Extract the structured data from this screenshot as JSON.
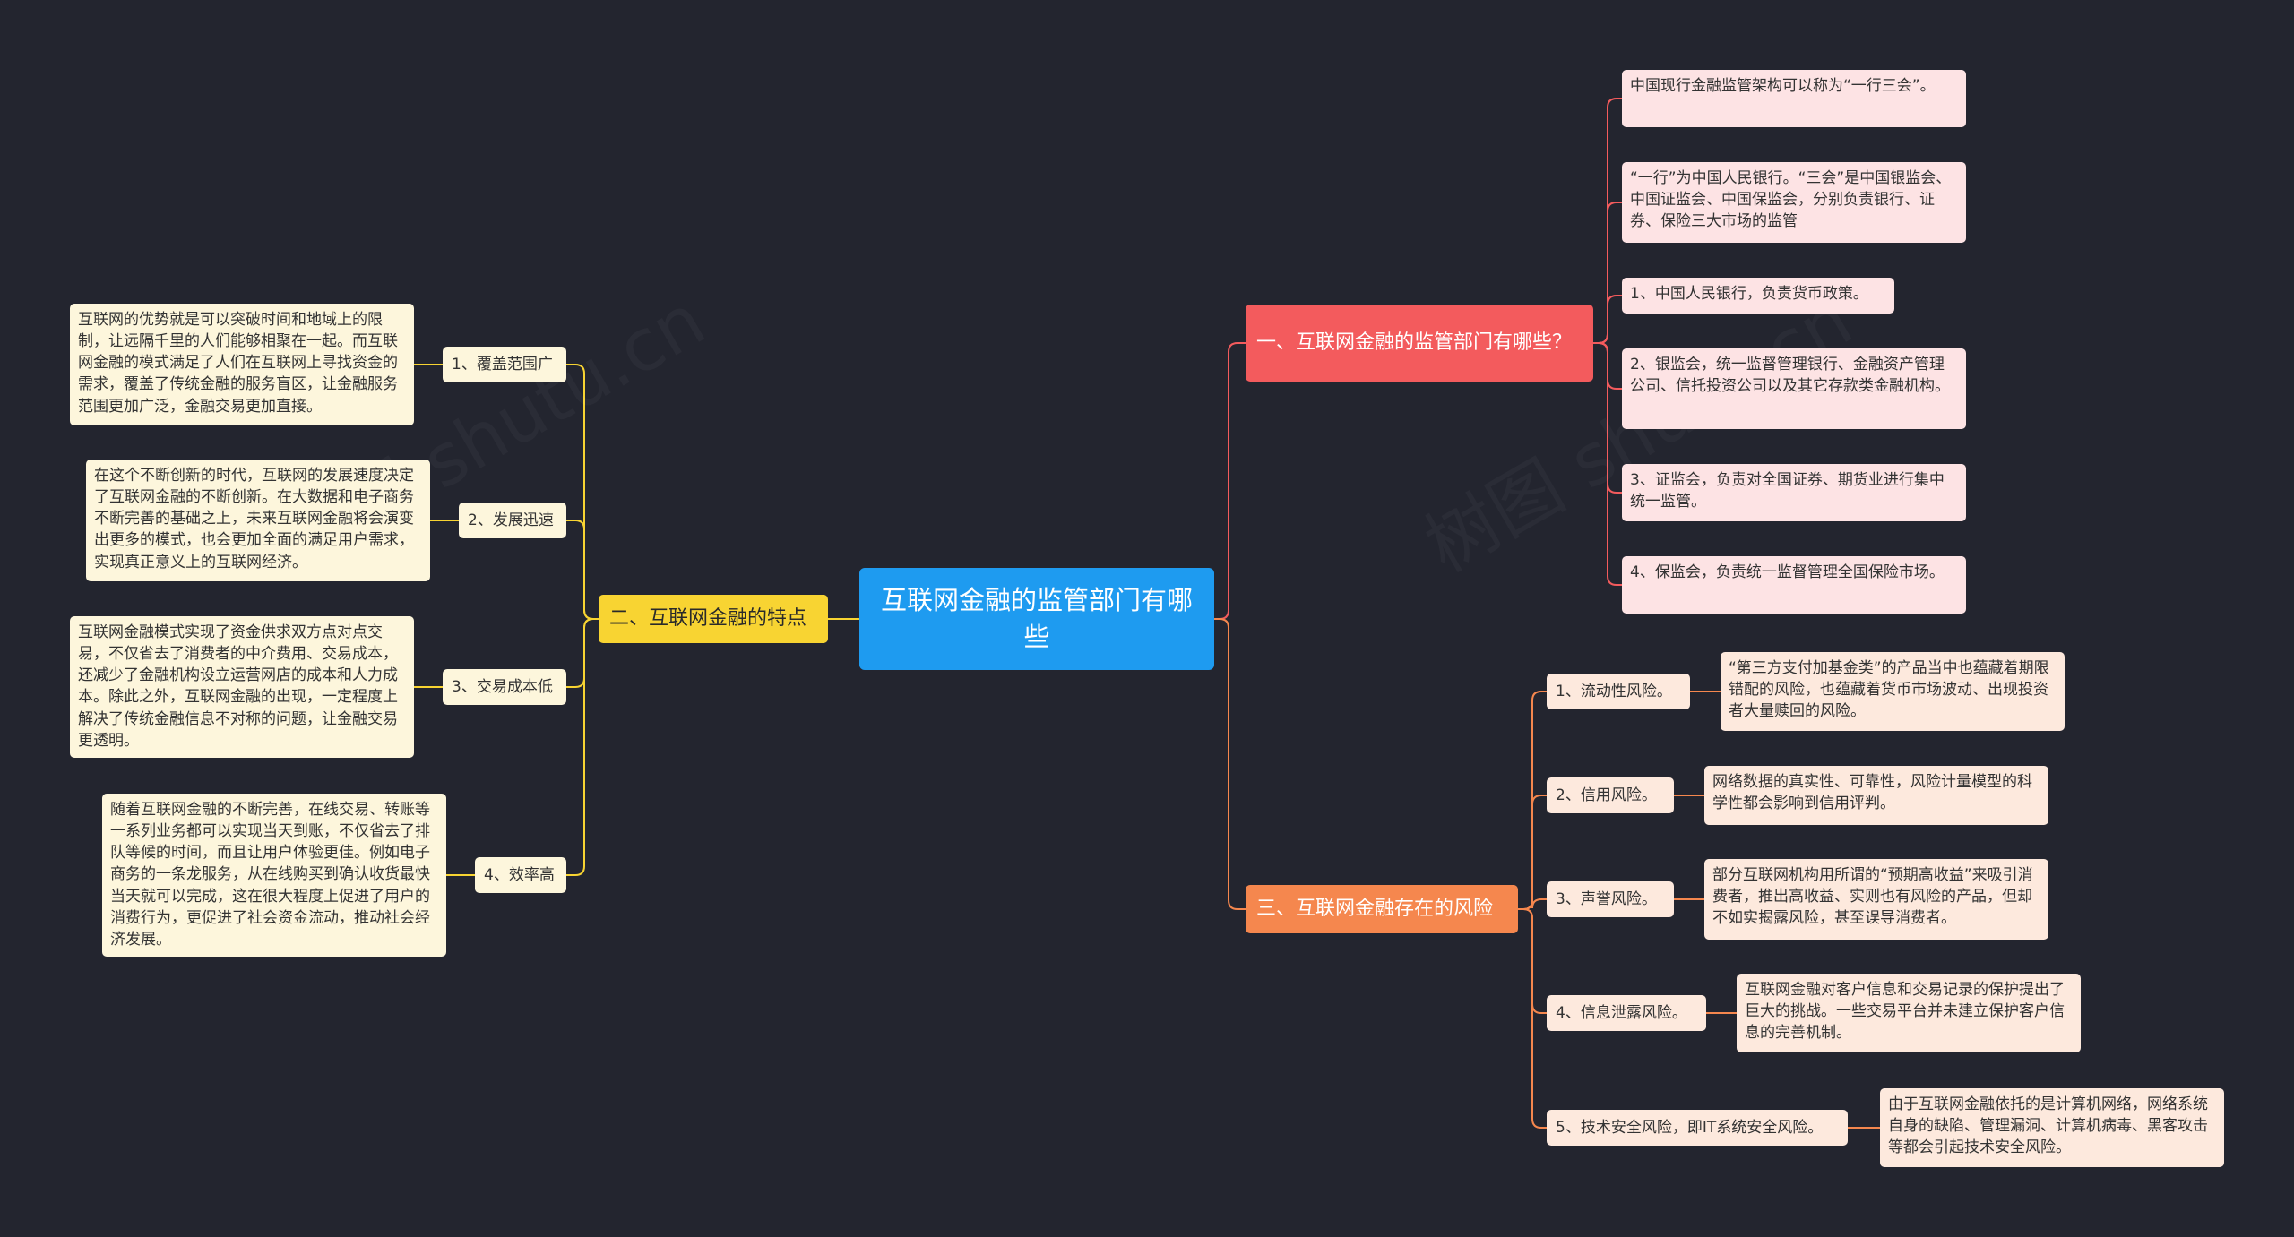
{
  "colors": {
    "background": "#23252f",
    "root": "#1e9bf0",
    "branch_red": "#f35b5d",
    "branch_orange": "#f5874e",
    "branch_yellow": "#f8d432"
  },
  "root": {
    "label": "互联网金融的监管部门有哪些"
  },
  "branch1": {
    "label": "一、互联网金融的监管部门有哪些？",
    "leaves": [
      "中国现行金融监管架构可以称为“一行三会”。",
      "“一行”为中国人民银行。“三会”是中国银监会、中国证监会、中国保监会，分别负责银行、证券、保险三大市场的监管",
      "1、中国人民银行，负责货币政策。",
      "2、银监会，统一监督管理银行、金融资产管理公司、信托投资公司以及其它存款类金融机构。",
      "3、证监会，负责对全国证券、期货业进行集中统一监管。",
      "4、保监会，负责统一监督管理全国保险市场。"
    ]
  },
  "branch2": {
    "label": "二、互联网金融的特点",
    "items": [
      {
        "label": "1、覆盖范围广",
        "text": "互联网的优势就是可以突破时间和地域上的限制，让远隔千里的人们能够相聚在一起。而互联网金融的模式满足了人们在互联网上寻找资金的需求，覆盖了传统金融的服务盲区，让金融服务范围更加广泛，金融交易更加直接。"
      },
      {
        "label": "2、发展迅速",
        "text": "在这个不断创新的时代，互联网的发展速度决定了互联网金融的不断创新。在大数据和电子商务不断完善的基础之上，未来互联网金融将会演变出更多的模式，也会更加全面的满足用户需求，实现真正意义上的互联网经济。"
      },
      {
        "label": "3、交易成本低",
        "text": "互联网金融模式实现了资金供求双方点对点交易，不仅省去了消费者的中介费用、交易成本，还减少了金融机构设立运营网店的成本和人力成本。除此之外，互联网金融的出现，一定程度上解决了传统金融信息不对称的问题，让金融交易更透明。"
      },
      {
        "label": "4、效率高",
        "text": "随着互联网金融的不断完善，在线交易、转账等一系列业务都可以实现当天到账，不仅省去了排队等候的时间，而且让用户体验更佳。例如电子商务的一条龙服务，从在线购买到确认收货最快当天就可以完成，这在很大程度上促进了用户的消费行为，更促进了社会资金流动，推动社会经济发展。"
      }
    ]
  },
  "branch3": {
    "label": "三、互联网金融存在的风险",
    "items": [
      {
        "label": "1、流动性风险。",
        "text": "“第三方支付加基金类”的产品当中也蕴藏着期限错配的风险，也蕴藏着货币市场波动、出现投资者大量赎回的风险。"
      },
      {
        "label": "2、信用风险。",
        "text": "网络数据的真实性、可靠性，风险计量模型的科学性都会影响到信用评判。"
      },
      {
        "label": "3、声誉风险。",
        "text": "部分互联网机构用所谓的“预期高收益”来吸引消费者，推出高收益、实则也有风险的产品，但却不如实揭露风险，甚至误导消费者。"
      },
      {
        "label": "4、信息泄露风险。",
        "text": "互联网金融对客户信息和交易记录的保护提出了巨大的挑战。一些交易平台并未建立保护客户信息的完善机制。"
      },
      {
        "label": "5、技术安全风险，即IT系统安全风险。",
        "text": "由于互联网金融依托的是计算机网络，网络系统自身的缺陷、管理漏洞、计算机病毒、黑客攻击等都会引起技术安全风险。"
      }
    ]
  }
}
